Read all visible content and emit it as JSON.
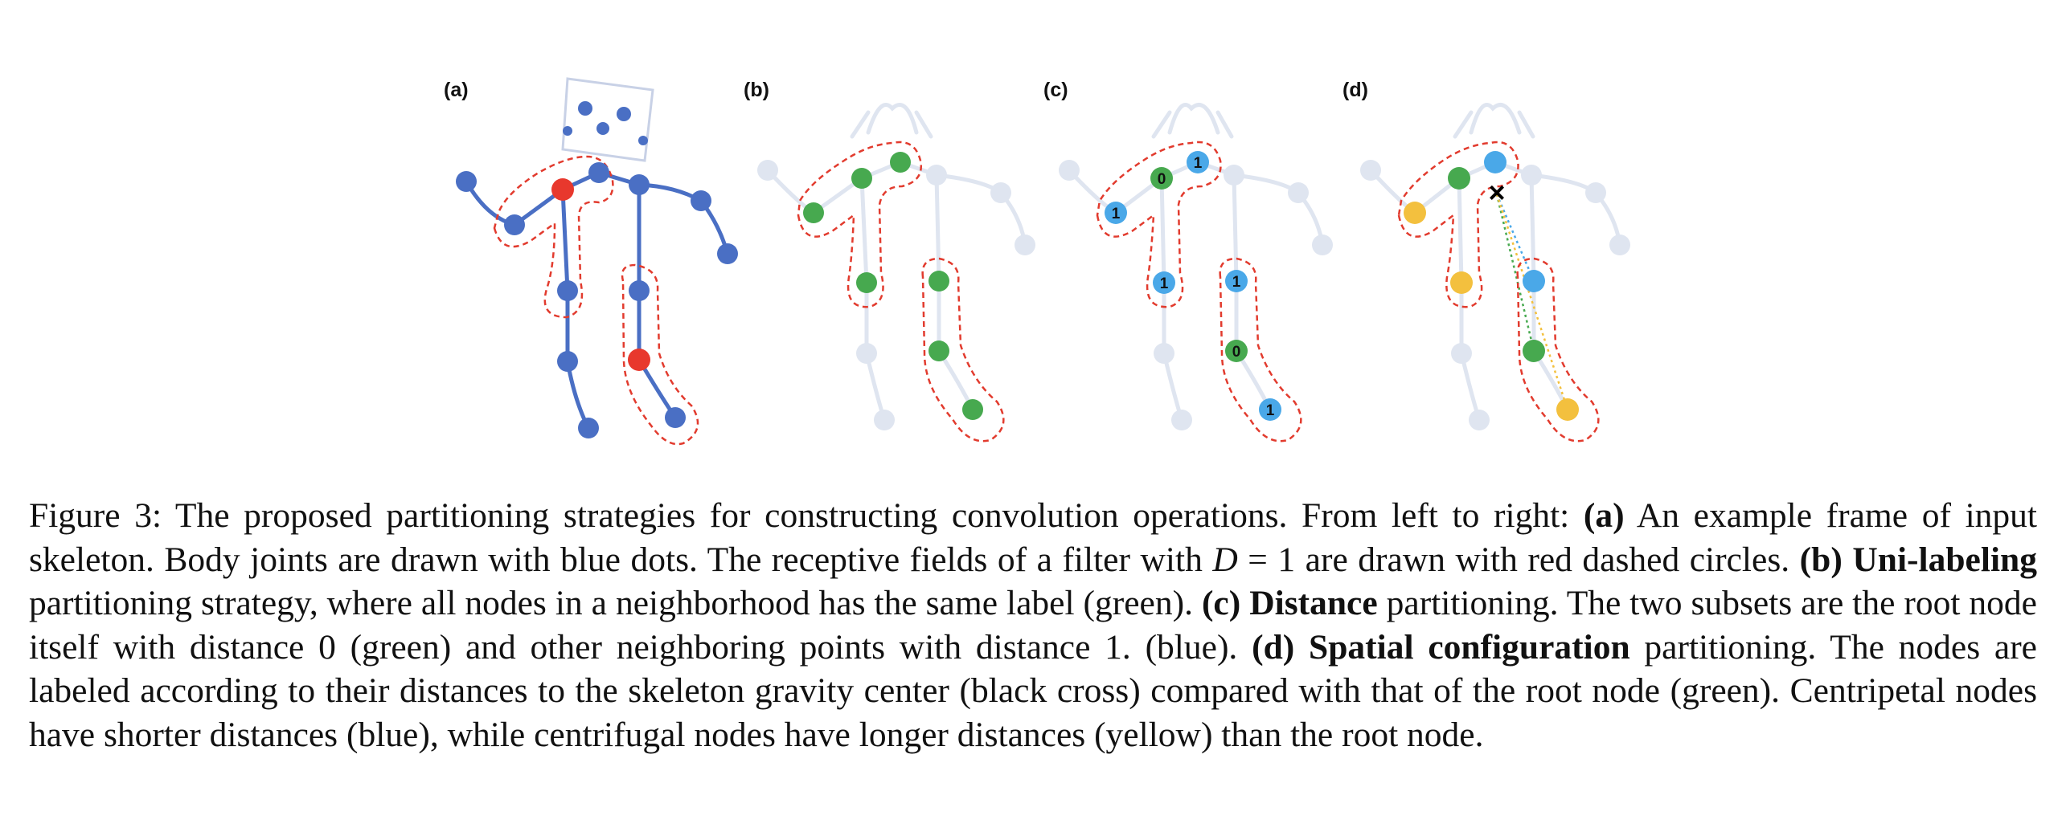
{
  "figure": {
    "panel_labels": [
      "(a)",
      "(b)",
      "(c)",
      "(d)"
    ],
    "colors": {
      "skeleton_blue": "#4a6fc4",
      "faded_skeleton": "#dfe5f0",
      "root_red": "#e8382d",
      "field_outline": "#e23b2e",
      "label_green": "#47a94f",
      "label_blue": "#4aa8e8",
      "label_yellow": "#f3c03e"
    },
    "node_labels": {
      "root": "0",
      "neighbor": "1"
    },
    "gravity_center_mark": "×"
  },
  "caption": {
    "lead": "Figure 3: The proposed partitioning strategies for constructing convolution operations. From left to right: ",
    "a_label": "(a)",
    "a_text": " An example frame of input skeleton. Body joints are drawn with blue dots. The receptive fields of a filter with ",
    "math_var": "D",
    "math_rest": " = 1",
    "a_text2": " are drawn with red dashed circles. ",
    "b_label": "(b) Uni-labeling",
    "b_text": " partitioning strategy, where all nodes in a neighborhood has the same label (green). ",
    "c_label": "(c) Distance",
    "c_text": " partitioning. The two subsets are the root node itself with distance 0 (green) and other neighboring points with distance 1. (blue). ",
    "d_label": "(d) Spatial configuration",
    "d_text": " partitioning. The nodes are labeled according to their distances to the skeleton gravity center (black cross) compared with that of the root node (green). Centripetal nodes have shorter distances (blue), while centrifugal nodes have longer distances (yellow) than the root node."
  }
}
